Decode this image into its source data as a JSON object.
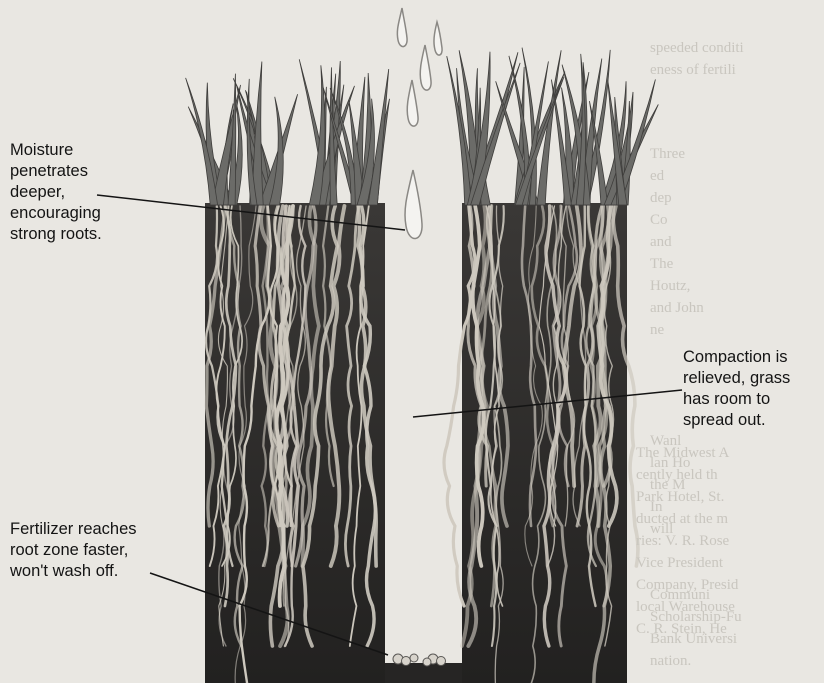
{
  "diagram": {
    "callouts": {
      "moisture": "Moisture\npenetrates\ndeeper,\nencouraging\nstrong roots.",
      "compaction": "Compaction is\nrelieved, grass\nhas room to\nspread out.",
      "fertilizer": "Fertilizer reaches\nroot zone faster,\nwon't wash off."
    }
  },
  "background_article": {
    "col_right": [
      "speeded conditi",
      "eness of fertili",
      "Three",
      "ed",
      "dep",
      "Co",
      "and",
      "The",
      "Houtz,",
      "and John",
      "ne",
      "Wanl",
      "lan Ho",
      "the M",
      "In",
      "will",
      "Communi",
      "Scholarship-Fu",
      "Bank Universi",
      "nation."
    ],
    "col_left": [
      "The Midwest A",
      "cently held th",
      "Park Hotel, St.",
      "ducted at the m",
      "ries: V. R. Rose",
      "Vice President",
      "Company, Presid",
      "local Warehouse",
      "C. R. Stein, He"
    ]
  },
  "colors": {
    "background": "#e9e7e2",
    "soil": "#2e2c2a",
    "grass": "#6b6b68",
    "root": "#cfcac0",
    "text": "#141414"
  }
}
